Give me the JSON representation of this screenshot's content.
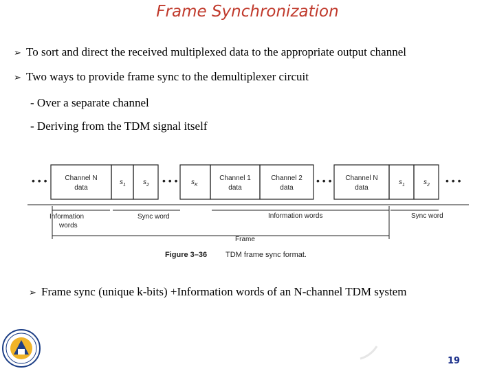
{
  "slide": {
    "title": "Frame Synchronization",
    "bullets": [
      "To sort and direct the received multiplexed data to the appropriate output channel",
      "Two ways to provide frame sync to the demultiplexer circuit"
    ],
    "sub_items": [
      "- Over a separate channel",
      "- Deriving from the TDM signal itself"
    ],
    "bottom_bullet": "Frame sync (unique k-bits) +Information words of an N-channel TDM system",
    "page_number": "19"
  },
  "figure": {
    "dots": "• • •",
    "cells": {
      "channel_n_1": "Channel N",
      "channel_n_1_data": "data",
      "s1": "s",
      "s1_sub": "1",
      "s2": "s",
      "s2_sub": "2",
      "sk": "s",
      "sk_sub": "K",
      "channel_1": "Channel 1",
      "channel_1_data": "data",
      "channel_2": "Channel 2",
      "channel_2_data": "data",
      "channel_n_2": "Channel N",
      "channel_n_2_data": "data",
      "s1b": "s",
      "s1b_sub": "1",
      "s2b": "s",
      "s2b_sub": "2"
    },
    "labels": {
      "information_words_left": "Information",
      "information_words_left2": "words",
      "sync_word_left": "Sync word",
      "information_words_mid": "Information words",
      "sync_word_right": "Sync word",
      "frame": "Frame",
      "caption_num": "Figure 3–36",
      "caption_text": "TDM frame sync format."
    }
  }
}
